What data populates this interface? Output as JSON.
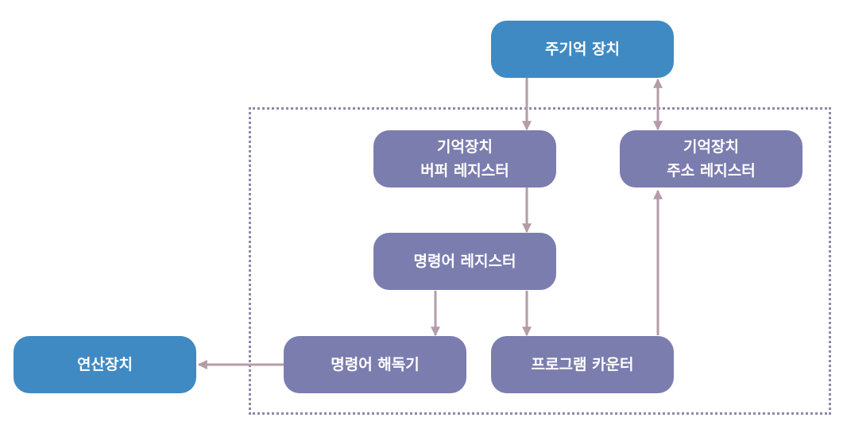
{
  "nodes": {
    "main_memory": "주기억 장치",
    "buffer_register": "기억장치\n버퍼 레지스터",
    "address_register": "기억장치\n주소 레지스터",
    "instruction_register": "명령어 레지스터",
    "instruction_decoder": "명령어 해독기",
    "program_counter": "프로그램 카운터",
    "alu": "연산장치"
  },
  "colors": {
    "external_node": "#3f8ac2",
    "internal_node": "#7b7daf",
    "arrow": "#b39ca8",
    "boundary": "#8a8aa8"
  }
}
